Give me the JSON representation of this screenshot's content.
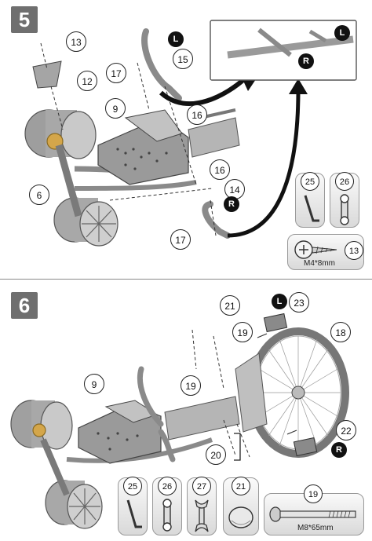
{
  "steps": [
    {
      "number": "5",
      "callouts": {
        "c13_top": "13",
        "c12": "12",
        "c17_top": "17",
        "c15": "15",
        "c9": "9",
        "c16_top": "16",
        "c16_mid": "16",
        "c6": "6",
        "c14": "14",
        "c17_bottom": "17"
      },
      "side_badges": {
        "left_15": "L",
        "right_14": "R",
        "detail_left": "L",
        "detail_right": "R"
      },
      "tools": [
        {
          "number": "25",
          "icon": "allen-key-icon"
        },
        {
          "number": "26",
          "icon": "box-wrench-icon"
        }
      ],
      "screw": {
        "number": "13",
        "size": "M4*8mm",
        "icon": "screw-icon"
      }
    },
    {
      "number": "6",
      "callouts": {
        "c21": "21",
        "c23": "23",
        "c19_top": "19",
        "c18": "18",
        "c19_left": "19",
        "c9": "9",
        "c22": "22",
        "c20": "20"
      },
      "side_badges": {
        "left_23": "L",
        "right_22": "R"
      },
      "tools": [
        {
          "number": "25",
          "icon": "allen-key-icon"
        },
        {
          "number": "26",
          "icon": "box-wrench-icon"
        },
        {
          "number": "27",
          "icon": "open-wrench-icon"
        },
        {
          "number": "21",
          "icon": "dome-cap-icon"
        }
      ],
      "bolt": {
        "number": "19",
        "size": "M8*65mm",
        "icon": "bolt-icon"
      }
    }
  ]
}
